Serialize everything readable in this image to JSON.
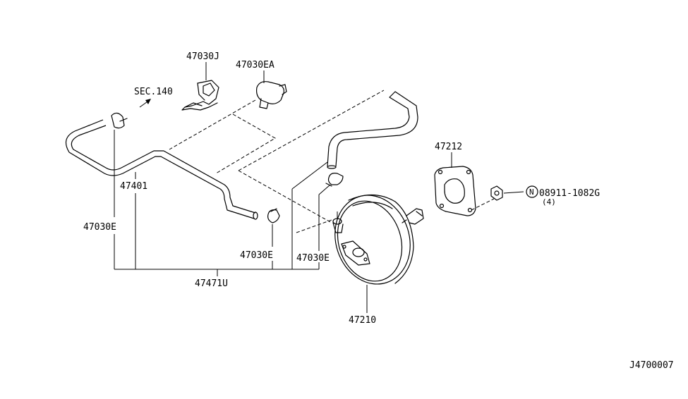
{
  "labels": {
    "part_47030j": "47030J",
    "part_47030ea": "47030EA",
    "sec_ref": "SEC.140",
    "part_47401": "47401",
    "part_47030e_left": "47030E",
    "part_47030e_mid": "47030E",
    "part_47030e_right": "47030E",
    "part_47471u": "47471U",
    "part_47210": "47210",
    "part_47212": "47212",
    "nut_symbol": "N",
    "nut_part": "08911-1082G",
    "nut_qty": "(4)",
    "diagram_code": "J4700007"
  }
}
